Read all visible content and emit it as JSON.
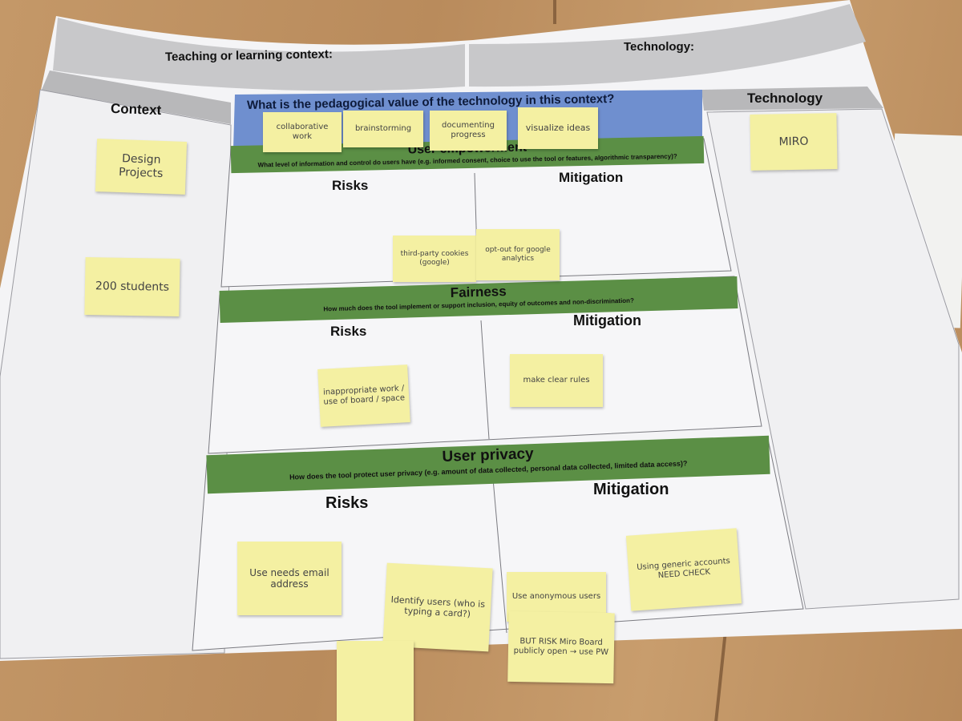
{
  "poster": {
    "teaching_context_label": "Teaching or learning context:",
    "technology_top_label": "Technology:",
    "context_header": "Context",
    "technology_header": "Technology",
    "pedagogical_question": "What is the pedagogical value of the technology in this context?",
    "sections": [
      {
        "title": "User empowerment",
        "question": "What level of information and control do users have (e.g. informed consent, choice to use the tool or features, algorithmic transparency)?",
        "risks_label": "Risks",
        "mitigation_label": "Mitigation"
      },
      {
        "title": "Fairness",
        "question": "How much does the tool implement or support inclusion, equity of outcomes and non-discrimination?",
        "risks_label": "Risks",
        "mitigation_label": "Mitigation"
      },
      {
        "title": "User privacy",
        "question": "How does the tool protect user privacy (e.g. amount of data collected, personal data collected, limited data access)?",
        "risks_label": "Risks",
        "mitigation_label": "Mitigation"
      }
    ]
  },
  "notes": {
    "context": [
      "Design Projects",
      "200 students"
    ],
    "technology": "MIRO",
    "pedagogy": [
      "collaborative work",
      "brainstorming",
      "documenting progress",
      "visualize ideas"
    ],
    "empowerment_risk": "third-party cookies (google)",
    "empowerment_mitigation": "opt-out for google analytics",
    "fairness_risk": "inappropriate work / use of board / space",
    "fairness_mitigation": "make clear rules",
    "privacy_risk_1": "Use needs email address",
    "privacy_risk_2": "Identify users (who is typing a card?)",
    "privacy_mitigation_1": "Use anonymous users",
    "privacy_mitigation_2": "BUT RISK Miro Board publicly open → use PW",
    "privacy_mitigation_3": "Using generic accounts NEED CHECK",
    "blank": ""
  },
  "colors": {
    "header_band": "#c8c8ca",
    "pedagogy_blue": "#6f8fcf",
    "section_green": "#5b8f45",
    "sticky_note": "#f4f0a2",
    "poster_white": "#f4f4f6"
  }
}
